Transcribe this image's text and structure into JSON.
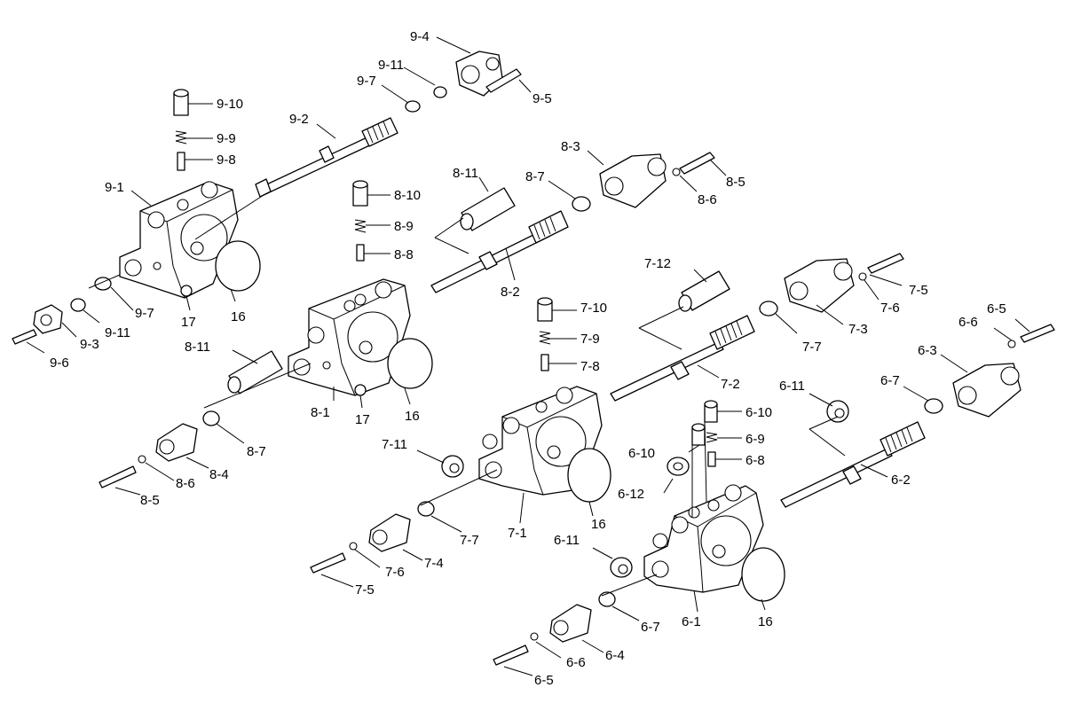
{
  "labels": {
    "l_9_4": "9-4",
    "l_9_11a": "9-11",
    "l_9_7a": "9-7",
    "l_9_5": "9-5",
    "l_9_10": "9-10",
    "l_9_9": "9-9",
    "l_9_8": "9-8",
    "l_9_2": "9-2",
    "l_9_1": "9-1",
    "l_9_7b": "9-7",
    "l_9_11b": "9-11",
    "l_9_3": "9-3",
    "l_9_6": "9-6",
    "l_17a": "17",
    "l_16a": "16",
    "l_8_3": "8-3",
    "l_8_7a": "8-7",
    "l_8_5a": "8-5",
    "l_8_6a": "8-6",
    "l_8_11a": "8-11",
    "l_8_10": "8-10",
    "l_8_9": "8-9",
    "l_8_8": "8-8",
    "l_8_2": "8-2",
    "l_8_11b": "8-11",
    "l_8_1": "8-1",
    "l_17b": "17",
    "l_16b": "16",
    "l_8_7b": "8-7",
    "l_8_4": "8-4",
    "l_8_6b": "8-6",
    "l_8_5b": "8-5",
    "l_7_12": "7-12",
    "l_7_5a": "7-5",
    "l_7_6a": "7-6",
    "l_7_3": "7-3",
    "l_7_7a": "7-7",
    "l_7_10": "7-10",
    "l_7_9": "7-9",
    "l_7_8": "7-8",
    "l_7_2": "7-2",
    "l_7_11": "7-11",
    "l_16c": "16",
    "l_7_7b": "7-7",
    "l_7_1": "7-1",
    "l_7_4": "7-4",
    "l_7_6b": "7-6",
    "l_7_5b": "7-5",
    "l_6_5a": "6-5",
    "l_6_6a": "6-6",
    "l_6_3": "6-3",
    "l_6_7a": "6-7",
    "l_6_11a": "6-11",
    "l_6_10a": "6-10",
    "l_6_9": "6-9",
    "l_6_10b": "6-10",
    "l_6_8": "6-8",
    "l_6_12": "6-12",
    "l_6_2": "6-2",
    "l_6_11b": "6-11",
    "l_16d": "16",
    "l_6_7b": "6-7",
    "l_6_1": "6-1",
    "l_6_4": "6-4",
    "l_6_6b": "6-6",
    "l_6_5b": "6-5"
  }
}
